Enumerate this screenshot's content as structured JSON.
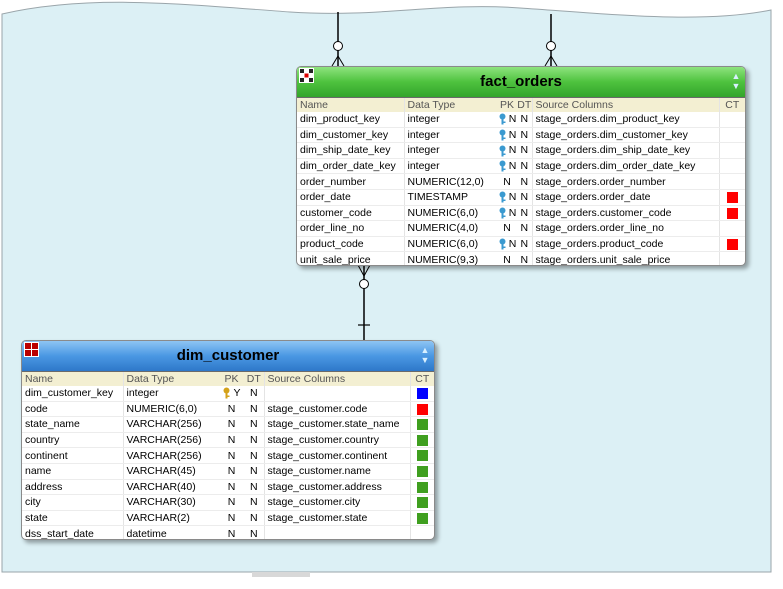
{
  "colors": {
    "canvas_bg": "#dcf0f5",
    "red": "#ff0000",
    "green": "#3f9f1f",
    "blue": "#0000ff"
  },
  "fact_orders": {
    "title": "fact_orders",
    "headers": {
      "name": "Name",
      "type": "Data Type",
      "pk": "PK",
      "dt": "DT",
      "src": "Source Columns",
      "ct": "CT"
    },
    "rows": [
      {
        "name": "dim_product_key",
        "type": "integer",
        "key": "foreign-key-icon",
        "pk": "N",
        "dt": "N",
        "src": "stage_orders.dim_product_key",
        "ct": ""
      },
      {
        "name": "dim_customer_key",
        "type": "integer",
        "key": "foreign-key-icon",
        "pk": "N",
        "dt": "N",
        "src": "stage_orders.dim_customer_key",
        "ct": ""
      },
      {
        "name": "dim_ship_date_key",
        "type": "integer",
        "key": "foreign-key-icon",
        "pk": "N",
        "dt": "N",
        "src": "stage_orders.dim_ship_date_key",
        "ct": ""
      },
      {
        "name": "dim_order_date_key",
        "type": "integer",
        "key": "foreign-key-icon",
        "pk": "N",
        "dt": "N",
        "src": "stage_orders.dim_order_date_key",
        "ct": ""
      },
      {
        "name": "order_number",
        "type": "NUMERIC(12,0)",
        "key": "",
        "pk": "N",
        "dt": "N",
        "src": "stage_orders.order_number",
        "ct": ""
      },
      {
        "name": "order_date",
        "type": "TIMESTAMP",
        "key": "foreign-key-icon",
        "pk": "N",
        "dt": "N",
        "src": "stage_orders.order_date",
        "ct": "#ff0000"
      },
      {
        "name": "customer_code",
        "type": "NUMERIC(6,0)",
        "key": "foreign-key-icon",
        "pk": "N",
        "dt": "N",
        "src": "stage_orders.customer_code",
        "ct": "#ff0000"
      },
      {
        "name": "order_line_no",
        "type": "NUMERIC(4,0)",
        "key": "",
        "pk": "N",
        "dt": "N",
        "src": "stage_orders.order_line_no",
        "ct": ""
      },
      {
        "name": "product_code",
        "type": "NUMERIC(6,0)",
        "key": "foreign-key-icon",
        "pk": "N",
        "dt": "N",
        "src": "stage_orders.product_code",
        "ct": "#ff0000"
      },
      {
        "name": "unit_sale_price",
        "type": "NUMERIC(9,3)",
        "key": "",
        "pk": "N",
        "dt": "N",
        "src": "stage_orders.unit_sale_price",
        "ct": ""
      }
    ]
  },
  "dim_customer": {
    "title": "dim_customer",
    "headers": {
      "name": "Name",
      "type": "Data Type",
      "pk": "PK",
      "dt": "DT",
      "src": "Source Columns",
      "ct": "CT"
    },
    "rows": [
      {
        "name": "dim_customer_key",
        "type": "integer",
        "key": "primary-key-icon",
        "pk": "Y",
        "dt": "N",
        "src": "",
        "ct": "#0000ff"
      },
      {
        "name": "code",
        "type": "NUMERIC(6,0)",
        "key": "",
        "pk": "N",
        "dt": "N",
        "src": "stage_customer.code",
        "ct": "#ff0000"
      },
      {
        "name": "state_name",
        "type": "VARCHAR(256)",
        "key": "",
        "pk": "N",
        "dt": "N",
        "src": "stage_customer.state_name",
        "ct": "#3f9f1f"
      },
      {
        "name": "country",
        "type": "VARCHAR(256)",
        "key": "",
        "pk": "N",
        "dt": "N",
        "src": "stage_customer.country",
        "ct": "#3f9f1f"
      },
      {
        "name": "continent",
        "type": "VARCHAR(256)",
        "key": "",
        "pk": "N",
        "dt": "N",
        "src": "stage_customer.continent",
        "ct": "#3f9f1f"
      },
      {
        "name": "name",
        "type": "VARCHAR(45)",
        "key": "",
        "pk": "N",
        "dt": "N",
        "src": "stage_customer.name",
        "ct": "#3f9f1f"
      },
      {
        "name": "address",
        "type": "VARCHAR(40)",
        "key": "",
        "pk": "N",
        "dt": "N",
        "src": "stage_customer.address",
        "ct": "#3f9f1f"
      },
      {
        "name": "city",
        "type": "VARCHAR(30)",
        "key": "",
        "pk": "N",
        "dt": "N",
        "src": "stage_customer.city",
        "ct": "#3f9f1f"
      },
      {
        "name": "state",
        "type": "VARCHAR(2)",
        "key": "",
        "pk": "N",
        "dt": "N",
        "src": "stage_customer.state",
        "ct": "#3f9f1f"
      },
      {
        "name": "dss_start_date",
        "type": "datetime",
        "key": "",
        "pk": "N",
        "dt": "N",
        "src": "",
        "ct": ""
      }
    ]
  }
}
